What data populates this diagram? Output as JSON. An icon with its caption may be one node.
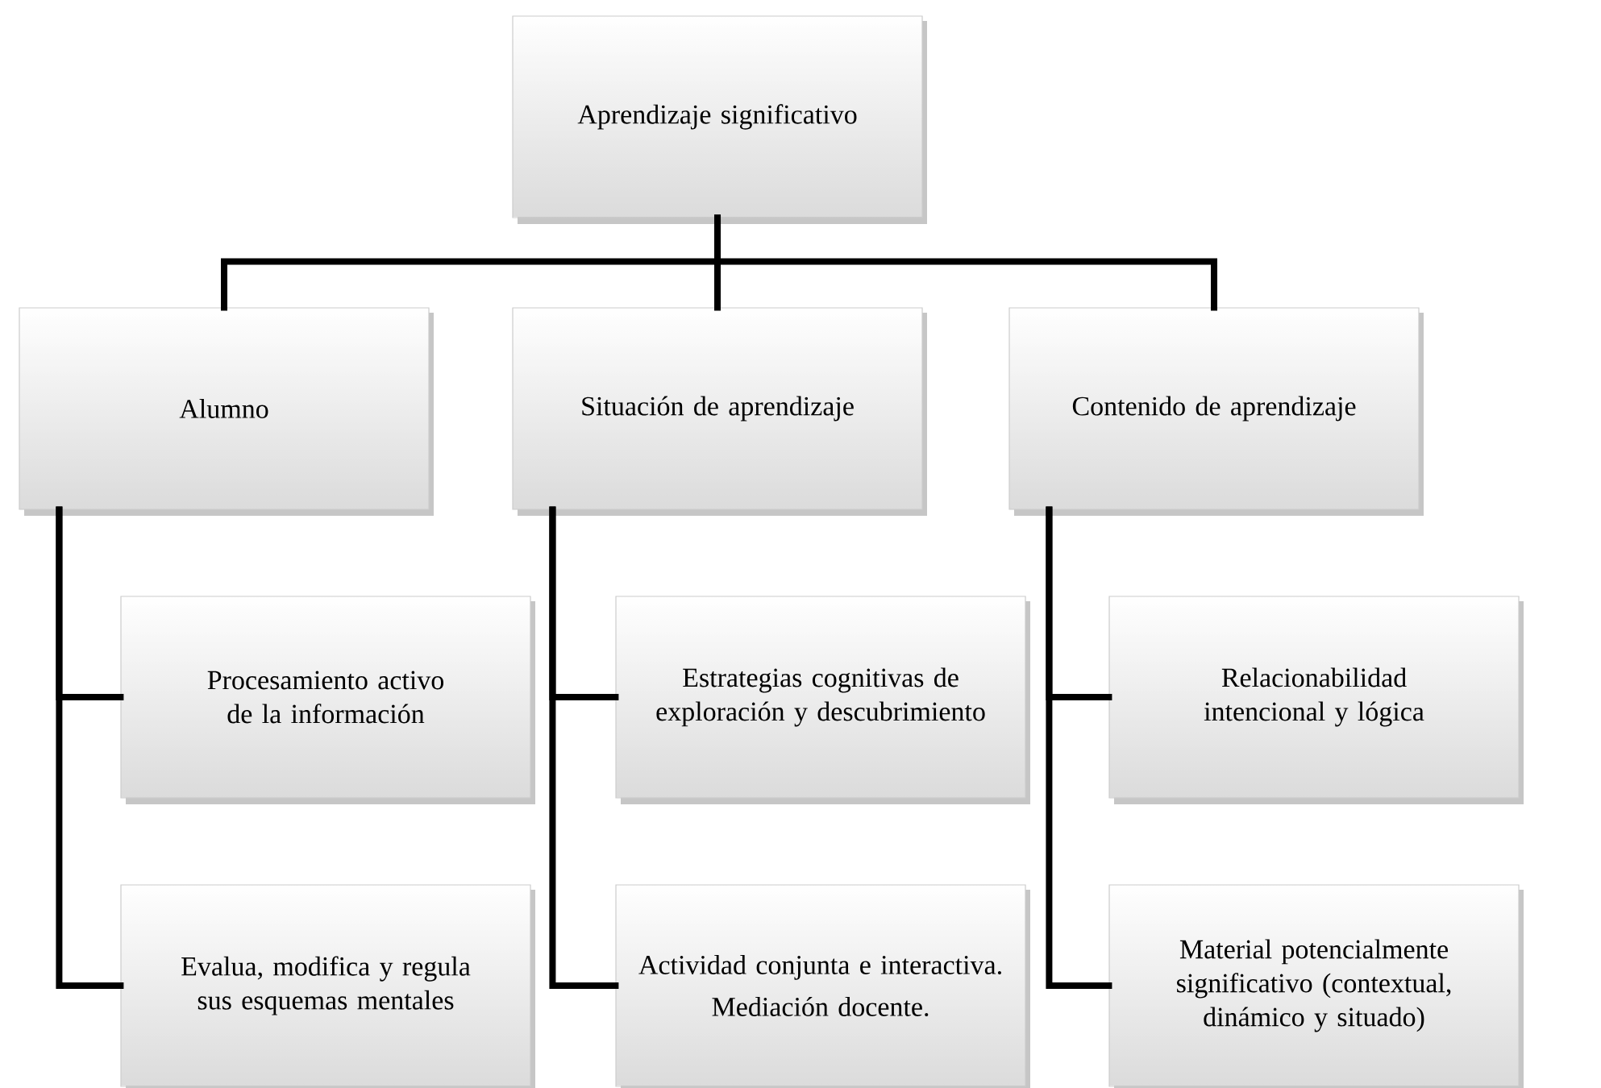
{
  "diagram": {
    "nodes": [
      {
        "text": [
          "Aprendizaje significativo"
        ]
      },
      {
        "text": [
          "Alumno"
        ]
      },
      {
        "text": [
          "Situación de aprendizaje"
        ]
      },
      {
        "text": [
          "Contenido de aprendizaje"
        ]
      },
      {
        "text": [
          "Procesamiento activo de la información"
        ]
      },
      {
        "text": [
          "Estrategias cognitivas de exploración y descubrimiento"
        ]
      },
      {
        "text": [
          "Relacionabilidad intencional y lógica"
        ]
      },
      {
        "text": [
          "Evalua, modifica y regula sus esquemas mentales"
        ]
      },
      {
        "text": [
          "Actividad conjunta e interactiva.",
          "Mediación docente."
        ]
      },
      {
        "text": [
          "Material potencialmente significativo (contextual, dinámico y situado)"
        ]
      }
    ],
    "edges": [
      {
        "from": 0,
        "to": 1,
        "arrow": "none"
      },
      {
        "from": 0,
        "to": 2,
        "arrow": "none"
      },
      {
        "from": 0,
        "to": 3,
        "arrow": "none"
      },
      {
        "from": 1,
        "to": 4,
        "arrow": "none"
      },
      {
        "from": 1,
        "to": 7,
        "arrow": "none"
      },
      {
        "from": 2,
        "to": 5,
        "arrow": "none"
      },
      {
        "from": 2,
        "to": 8,
        "arrow": "none"
      },
      {
        "from": 3,
        "to": 6,
        "arrow": "none"
      },
      {
        "from": 3,
        "to": 9,
        "arrow": "none"
      }
    ]
  }
}
